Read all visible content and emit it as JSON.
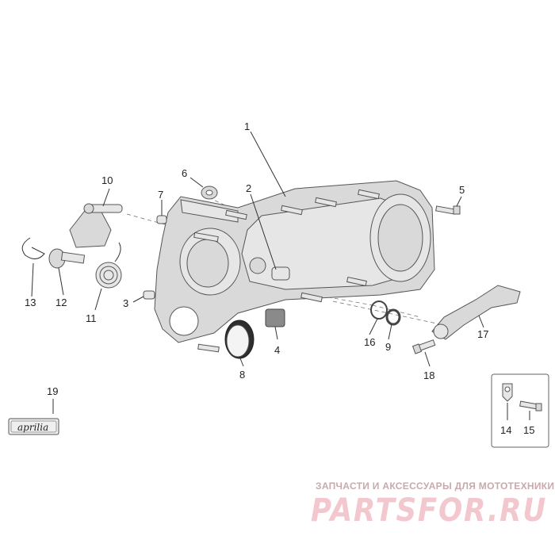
{
  "callouts": {
    "c1": "1",
    "c2": "2",
    "c3": "3",
    "c4": "4",
    "c5": "5",
    "c6": "6",
    "c7": "7",
    "c8": "8",
    "c9": "9",
    "c10": "10",
    "c11": "11",
    "c12": "12",
    "c13": "13",
    "c14": "14",
    "c15": "15",
    "c16": "16",
    "c17": "17",
    "c18": "18",
    "c19": "19"
  },
  "logo": {
    "text": "aprilia"
  },
  "watermark": {
    "tagline": "ЗАПЧАСТИ И АКСЕССУАРЫ ДЛЯ МОТОТЕХНИКИ",
    "brand": "PARTSFOR.RU",
    "color": "#e8a4ae"
  }
}
